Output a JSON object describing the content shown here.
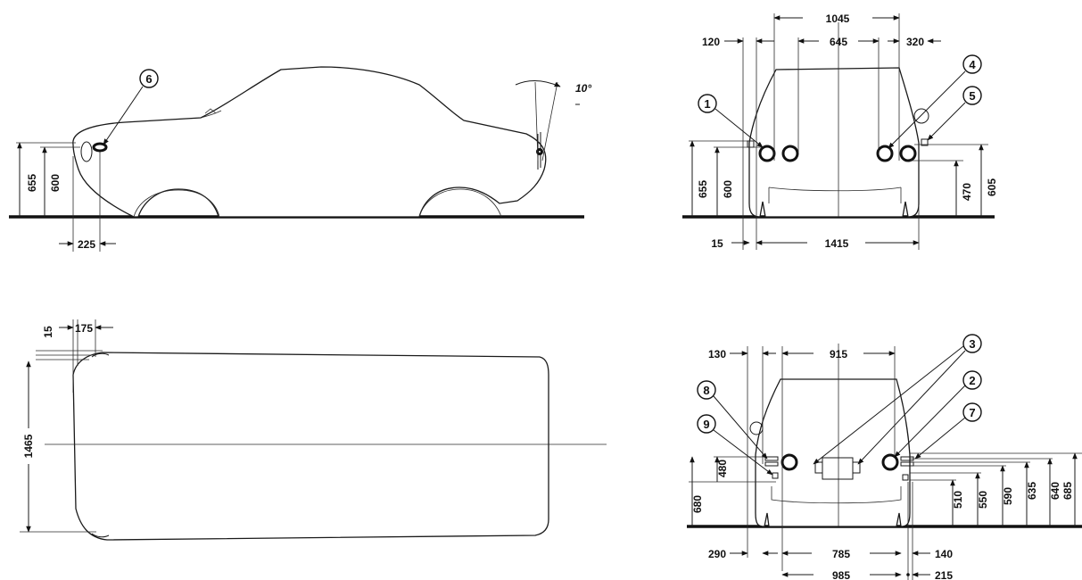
{
  "side_view": {
    "callout_6": "6",
    "dim_655": "655",
    "dim_600": "600",
    "dim_225": "225",
    "angle_10": "10°"
  },
  "front_view": {
    "dim_1045": "1045",
    "dim_120": "120",
    "dim_645": "645",
    "dim_320": "320",
    "dim_655": "655",
    "dim_600": "600",
    "dim_470": "470",
    "dim_605": "605",
    "dim_15": "15",
    "dim_1415": "1415",
    "callout_1": "1",
    "callout_4": "4",
    "callout_5": "5"
  },
  "top_view": {
    "dim_15": "15",
    "dim_175": "175",
    "dim_1465": "1465"
  },
  "rear_view": {
    "dim_130": "130",
    "dim_915": "915",
    "dim_480": "480",
    "dim_680": "680",
    "dim_510": "510",
    "dim_550": "550",
    "dim_590": "590",
    "dim_635": "635",
    "dim_640": "640",
    "dim_685": "685",
    "dim_290": "290",
    "dim_785": "785",
    "dim_140": "140",
    "dim_985": "985",
    "dim_215": "215",
    "callout_2": "2",
    "callout_3": "3",
    "callout_7": "7",
    "callout_8": "8",
    "callout_9": "9"
  }
}
